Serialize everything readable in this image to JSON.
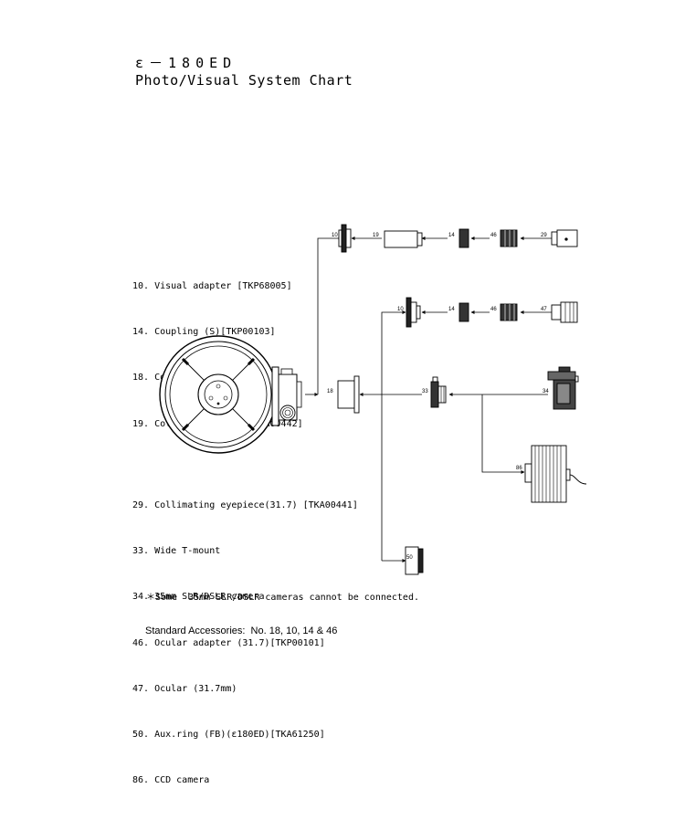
{
  "title_line1": "ε－180ED",
  "title_line2": "Photo/Visual System Chart",
  "legend_top": [
    "10. Visual adapter [TKP68005]",
    "14. Coupling (S)[TKP00103]",
    "18. Corrector lens[TKP68580]",
    "19. Collimating tube [TKA00442]"
  ],
  "legend_bottom": [
    "29. Collimating eyepiece(31.7) [TKA00441]",
    "33. Wide T-mount",
    "34. 35mm SLR/DSLR camera",
    "46. Ocular adapter (31.7)[TKP00101]",
    "47. Ocular (31.7mm)",
    "50. Aux.ring (FB)(ε180ED)[TKA61250]",
    "86. CCD camera"
  ],
  "note": "＊Some  35mm SLR/DSLR cameras cannot be connected.",
  "accessories": "Standard Accessories:  No. 18, 10, 14 & 46",
  "labels": {
    "top_10": "10",
    "top_19": "19",
    "top_14": "14",
    "top_46": "46",
    "top_29": "29",
    "mid_10": "10",
    "mid_14": "14",
    "mid_46": "46",
    "mid_47": "47",
    "main_18": "18",
    "main_33": "33",
    "main_34": "34",
    "ccd_86": "86",
    "aux_50": "50"
  }
}
